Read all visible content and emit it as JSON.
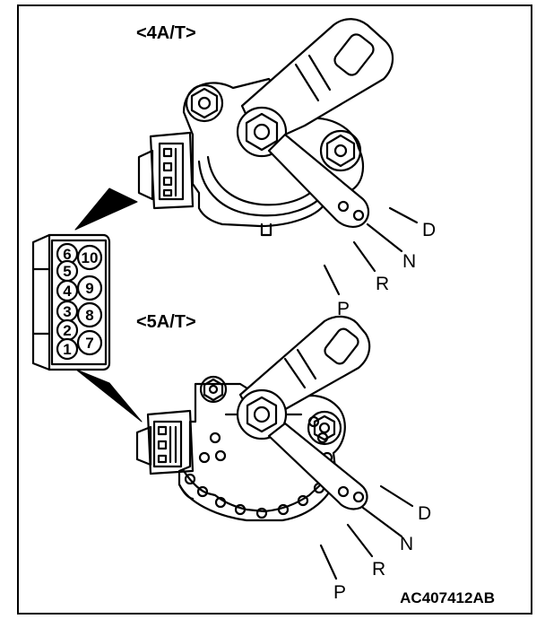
{
  "figure": {
    "id_code": "AC407412AB",
    "variants": [
      {
        "label": "<4A/T>",
        "positions": [
          "D",
          "N",
          "R",
          "P"
        ]
      },
      {
        "label": "<5A/T>",
        "positions": [
          "D",
          "N",
          "R",
          "P"
        ]
      }
    ],
    "connector": {
      "pins_left": [
        "6",
        "5",
        "4",
        "3",
        "2",
        "1"
      ],
      "pins_right": [
        "10",
        "9",
        "8",
        "7"
      ]
    }
  },
  "colors": {
    "ink": "#000000",
    "paper": "#ffffff",
    "frame": "#000000"
  }
}
